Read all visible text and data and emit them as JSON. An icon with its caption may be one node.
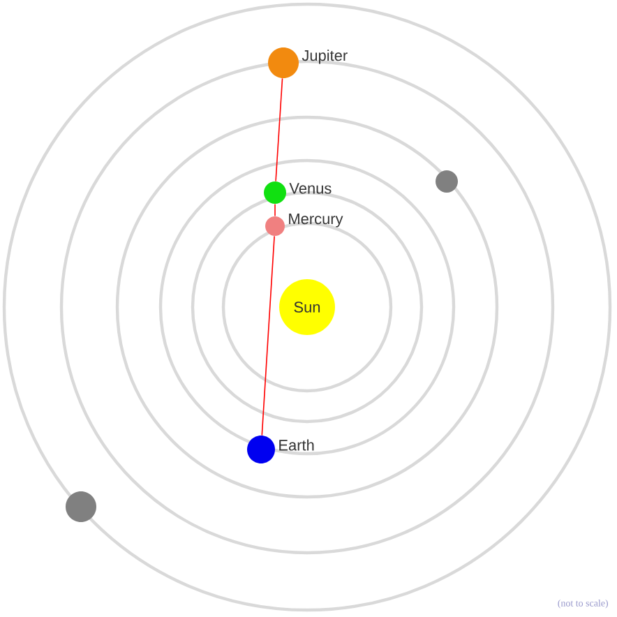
{
  "diagram": {
    "nodes": [
      {
        "text": [],
        "shape": "circle",
        "beside": [
          "Jupiter"
        ]
      },
      {
        "text": [],
        "shape": "circle"
      },
      {
        "text": [],
        "shape": "circle",
        "beside": [
          "Venus"
        ]
      },
      {
        "text": [],
        "shape": "circle",
        "beside": [
          "Mercury"
        ]
      },
      {
        "text": [
          "Sun"
        ]
      },
      {
        "text": [],
        "shape": "circle",
        "beside": [
          "Earth"
        ]
      },
      {
        "text": [],
        "shape": "circle"
      }
    ],
    "edges": [
      {
        "from": 0,
        "to": 2,
        "arrow": "none"
      },
      {
        "from": 2,
        "to": 3,
        "arrow": "none"
      },
      {
        "from": 3,
        "to": 5,
        "arrow": "none"
      }
    ],
    "labels": [
      "(not to scale)"
    ]
  }
}
